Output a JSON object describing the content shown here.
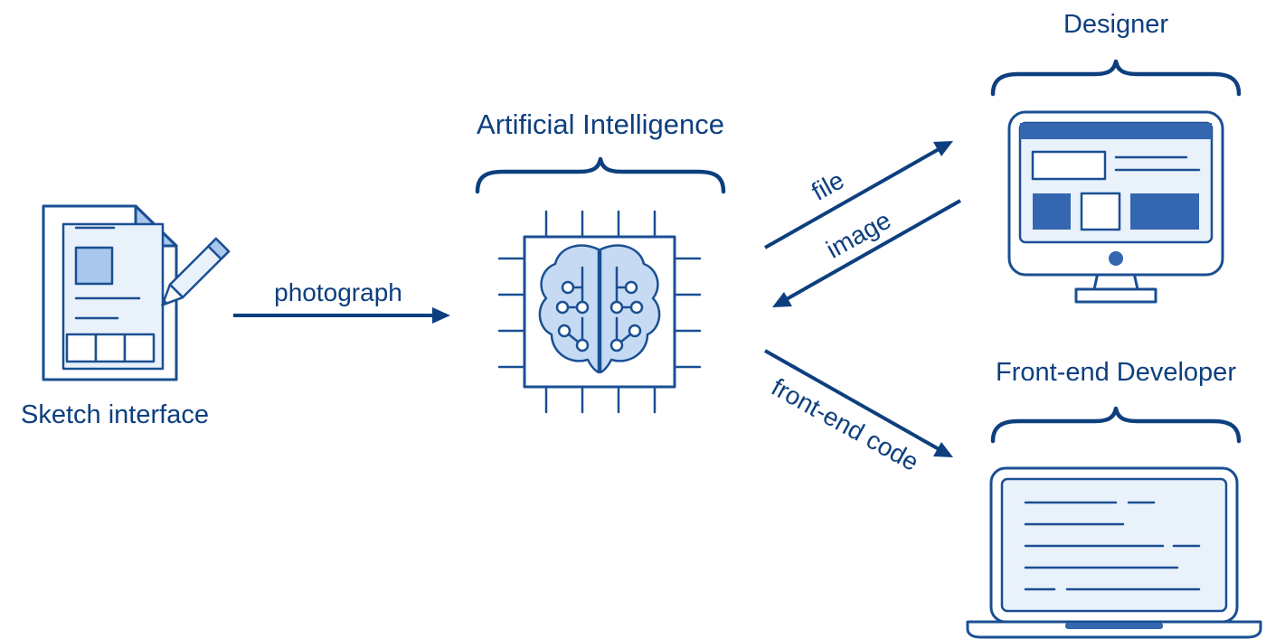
{
  "labels": {
    "sketch": "Sketch interface",
    "photograph": "photograph",
    "ai": "Artificial Intelligence",
    "file": "file",
    "image": "image",
    "front_end_code": "front-end code",
    "designer": "Designer",
    "developer": "Front-end Developer"
  },
  "colors": {
    "ink": "#1a4f93",
    "label": "#0d3f7f",
    "fill_light": "#e9f1fb",
    "fill_mid": "#a9c7ec",
    "fill_solid": "#3566b0"
  },
  "icons": {
    "sketch": "sketch-document-pencil-icon",
    "ai": "brain-chip-icon",
    "designer": "desktop-monitor-icon",
    "developer": "laptop-code-icon"
  }
}
